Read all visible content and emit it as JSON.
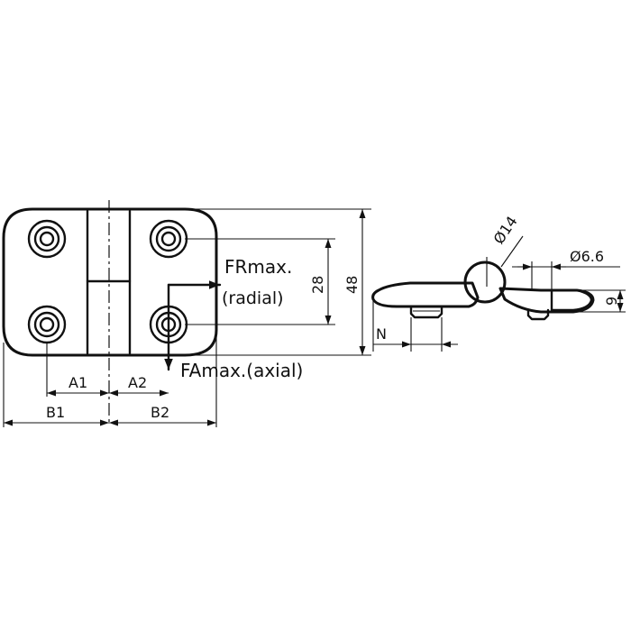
{
  "labels": {
    "fr_max": "FRmax.",
    "fr_radial": "(radial)",
    "fa_max": "FAmax.(axial)",
    "a1": "A1",
    "a2": "A2",
    "b1": "B1",
    "b2": "B2",
    "dim_28": "28",
    "dim_48": "48",
    "dia_14": "Ø14",
    "dia_6_6": "Ø6.6",
    "dim_9": "9",
    "dim_n": "N"
  }
}
